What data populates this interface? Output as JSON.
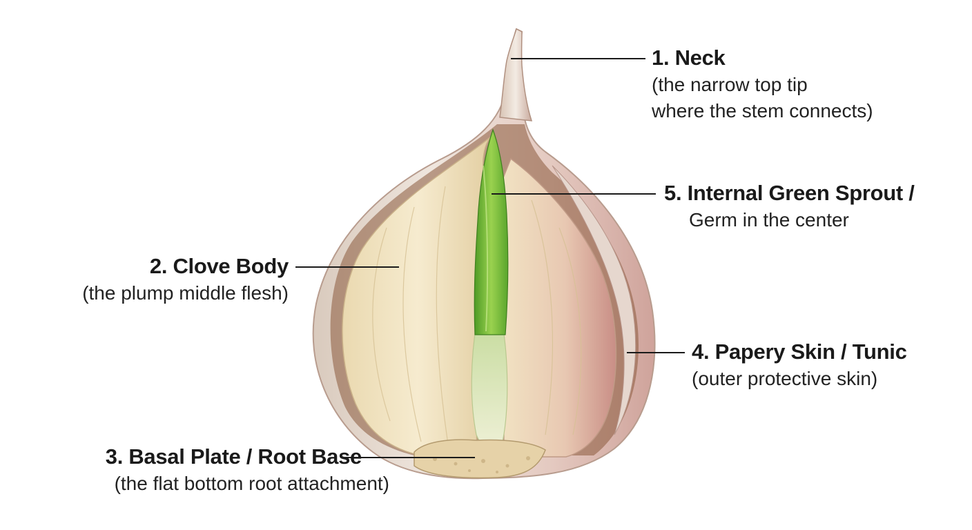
{
  "labels": {
    "neck": {
      "title": "1. Neck",
      "desc_line1": "(the narrow top tip",
      "desc_line2": "where the stem connects)"
    },
    "clove_body": {
      "title": "2. Clove Body",
      "desc": "(the plump middle flesh)"
    },
    "basal_plate": {
      "title": "3. Basal Plate / Root Base",
      "desc": "(the flat bottom root attachment)"
    },
    "papery_skin": {
      "title": "4. Papery Skin / Tunic",
      "desc": "(outer protective skin)"
    },
    "green_sprout": {
      "title": "5. Internal Green Sprout /",
      "desc": "Germ in the center"
    }
  },
  "colors": {
    "outer_skin": "#e9ded5",
    "skin_pink": "#d7a39a",
    "clove_flesh": "#f3e6c4",
    "sprout_green": "#7fbf3f",
    "basal": "#e3cfa6",
    "leader_line": "#1a1a1a"
  }
}
